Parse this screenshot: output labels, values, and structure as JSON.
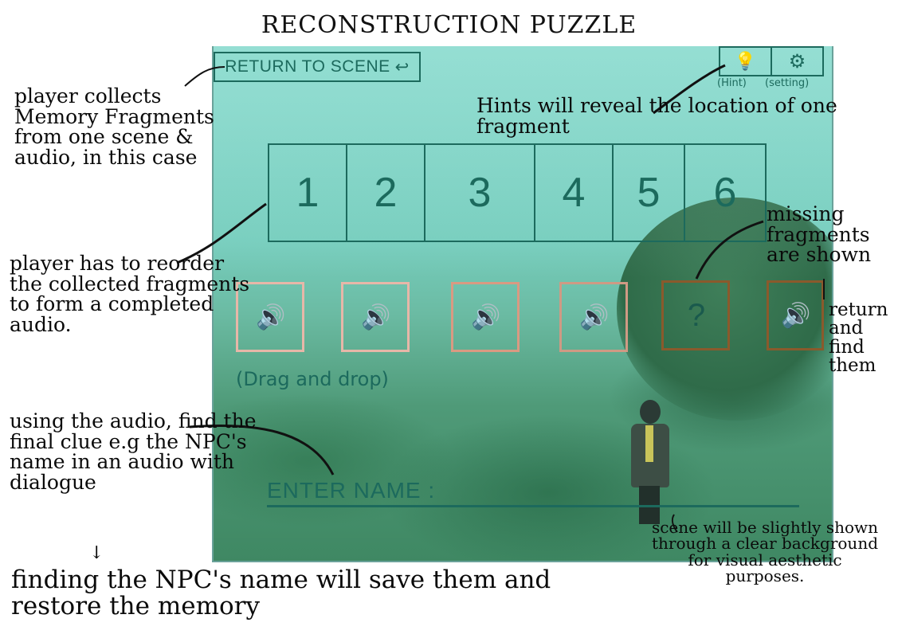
{
  "title": "RECONSTRUCTION PUZZLE",
  "ui": {
    "return_label": "RETURN TO SCENE",
    "return_arrow": "↩",
    "hint_icon": "💡",
    "settings_icon": "⚙",
    "hint_label": "(Hint)",
    "settings_label": "(setting)",
    "slots": [
      "1",
      "2",
      "3",
      "4",
      "5",
      "6"
    ],
    "fragments": [
      {
        "icon": "speaker-icon",
        "glyph": "🔊",
        "border": "#e7b7a8"
      },
      {
        "icon": "speaker-icon",
        "glyph": "🔊",
        "border": "#e7b7a8"
      },
      {
        "icon": "speaker-icon",
        "glyph": "🔊",
        "border": "#d99a82"
      },
      {
        "icon": "speaker-icon",
        "glyph": "🔊",
        "border": "#cf9a84"
      },
      {
        "icon": "question-icon",
        "glyph": "?",
        "border": "#8a5a2c"
      },
      {
        "icon": "speaker-icon",
        "glyph": "🔊",
        "border": "#8a5a2c"
      }
    ],
    "drag_hint": "(Drag and drop)",
    "name_label": "ENTER NAME :",
    "name_value": ""
  },
  "annotations": {
    "collect": "player collects Memory Fragments from one scene & audio, in this case",
    "reorder": "player has to reorder the collected fragments to form a completed audio.",
    "final_clue": "using the audio, find the final clue e.g the NPC's name in an audio with dialogue",
    "down_arrow": "↓",
    "save": "finding the NPC's name will save them and restore the memory",
    "hints": "Hints will reveal the location of one fragment",
    "missing": "missing fragments are shown",
    "return_find": "return and find them",
    "scene_clear": "scene will be slightly shown through a clear background for visual aesthetic purposes."
  },
  "colors": {
    "accent": "#1c6a5d",
    "panel": "#7fd5c9"
  }
}
